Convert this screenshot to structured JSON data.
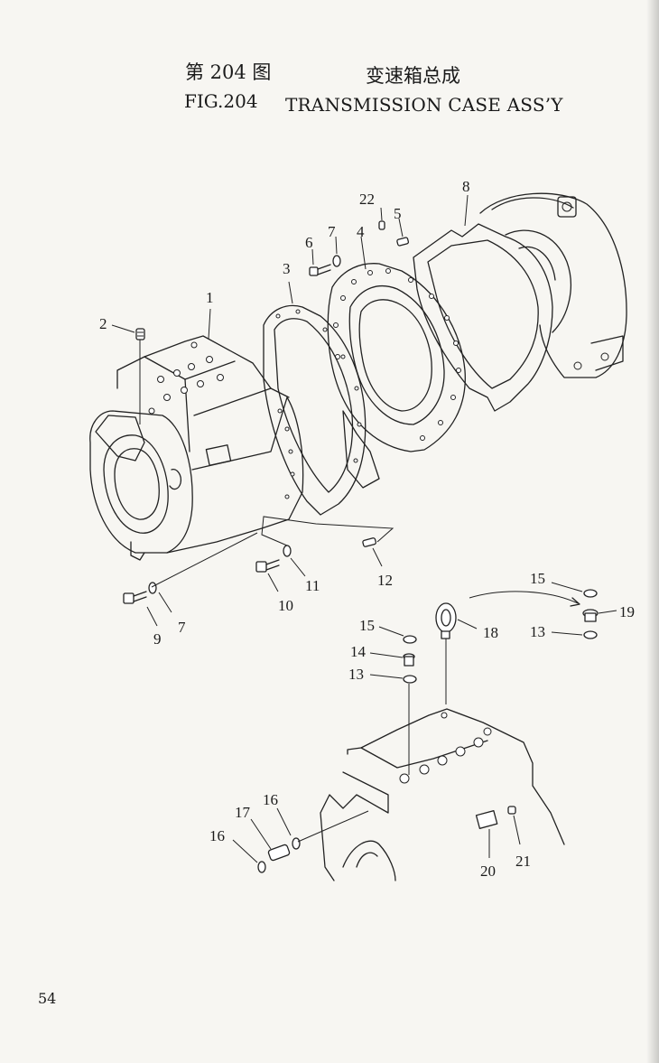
{
  "header": {
    "cn_figure": "第 204 图",
    "cn_title": "变速箱总成",
    "en_figure": "FIG.204",
    "en_title": "TRANSMISSION CASE ASS’Y"
  },
  "diagram": {
    "part_numbers": [
      "1",
      "2",
      "3",
      "4",
      "5",
      "6",
      "7",
      "7",
      "8",
      "9",
      "10",
      "11",
      "12",
      "13",
      "13",
      "14",
      "15",
      "15",
      "16",
      "16",
      "17",
      "18",
      "19",
      "20",
      "21",
      "22"
    ]
  },
  "footer": {
    "page_number": "54"
  }
}
